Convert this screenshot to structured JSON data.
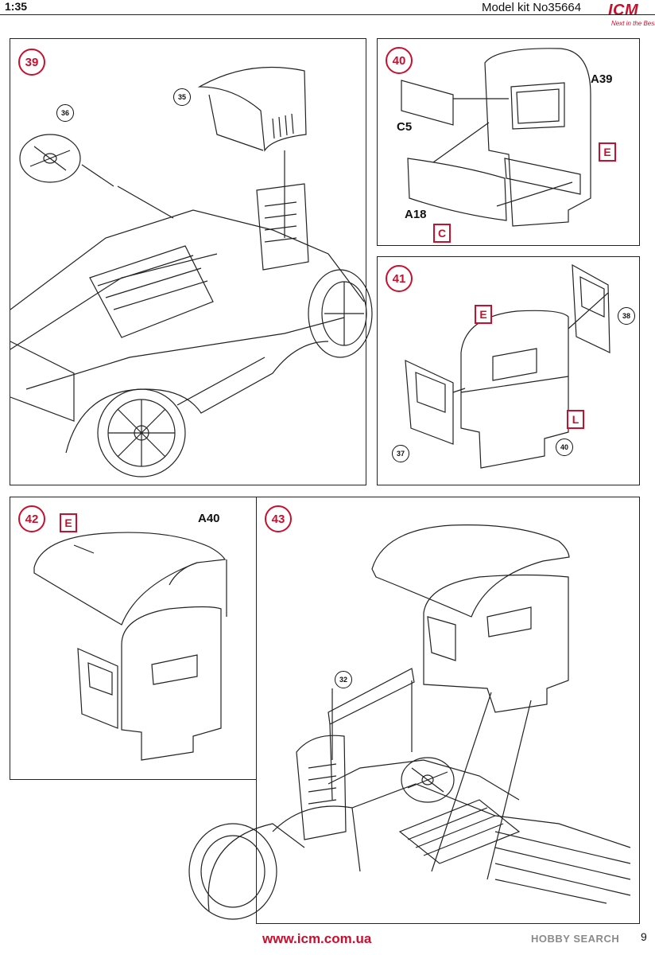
{
  "header": {
    "scale": "1:35",
    "model_kit": "Model kit No35664",
    "logo": {
      "brand": "ICM",
      "tagline": "Next in the Best"
    }
  },
  "steps": {
    "s39": {
      "number": "39",
      "refs": [
        "35",
        "36"
      ]
    },
    "s40": {
      "number": "40",
      "parts": [
        "A39",
        "C5",
        "A18"
      ],
      "paints": [
        "E",
        "C"
      ]
    },
    "s41": {
      "number": "41",
      "refs": [
        "38",
        "37",
        "40"
      ],
      "paints": [
        "E",
        "L"
      ]
    },
    "s42": {
      "number": "42",
      "parts": [
        "A40"
      ],
      "paints": [
        "E"
      ]
    },
    "s43": {
      "number": "43",
      "refs": [
        "32"
      ]
    }
  },
  "footer": {
    "url": "www.icm.com.ua",
    "watermark": "HOBBY SEARCH",
    "page": "9"
  },
  "colors": {
    "accent": "#c8102e",
    "line": "#222222"
  }
}
